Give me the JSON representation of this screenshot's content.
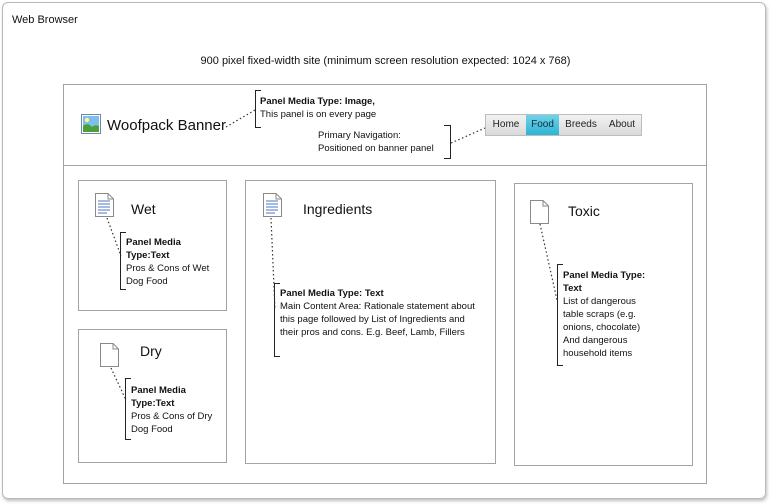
{
  "window": {
    "title": "Web Browser",
    "subtitle": "900 pixel fixed-width site (minimum screen resolution expected: 1024 x 768)"
  },
  "banner": {
    "title": "Woofpack Banner",
    "icon": "image-icon",
    "note_bold": "Panel Media Type: Image,",
    "note_rest": " This panel is on every page"
  },
  "navigation": {
    "note_line1": "Primary Navigation:",
    "note_line2": "Positioned on banner panel",
    "items": [
      {
        "label": "Home",
        "active": false
      },
      {
        "label": "Food",
        "active": true
      },
      {
        "label": "Breeds",
        "active": false
      },
      {
        "label": "About",
        "active": false
      }
    ],
    "active_color": "#3bb9d8"
  },
  "panels": {
    "wet": {
      "title": "Wet",
      "icon": "text-document-icon",
      "note_bold": "Panel Media Type:Text",
      "note_rest": "Pros & Cons of Wet Dog Food"
    },
    "dry": {
      "title": "Dry",
      "icon": "blank-document-icon",
      "note_bold": "Panel Media Type:Text",
      "note_rest": "Pros & Cons of Dry Dog Food"
    },
    "ingredients": {
      "title": "Ingredients",
      "icon": "text-document-icon",
      "note_bold": "Panel Media Type: Text",
      "note_rest": "Main Content Area: Rationale statement about this page followed by List of Ingredients and their pros and cons.  E.g. Beef, Lamb, Fillers"
    },
    "toxic": {
      "title": "Toxic",
      "icon": "blank-document-icon",
      "note_bold": "Panel Media Type: Text",
      "note_rest": " List of dangerous table scraps (e.g. onions, chocolate) And dangerous household items"
    }
  }
}
